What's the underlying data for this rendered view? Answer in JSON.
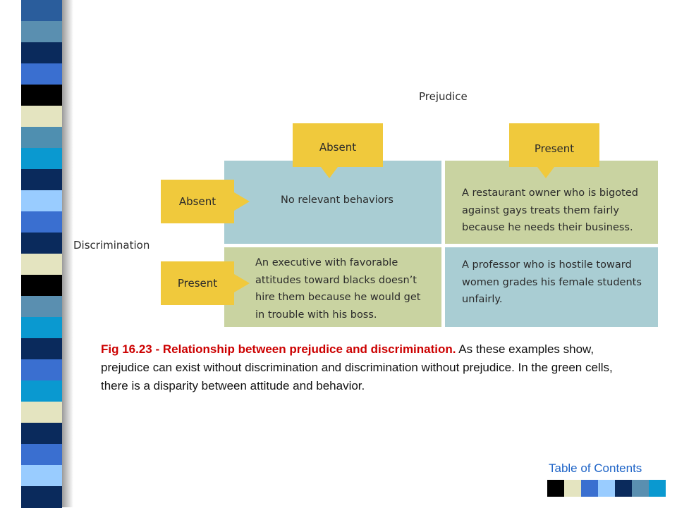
{
  "figure": {
    "prejudice_label": "Prejudice",
    "discrimination_label": "Discrimination",
    "col_absent": "Absent",
    "col_present": "Present",
    "row_absent": "Absent",
    "row_present": "Present",
    "cell_absent_absent": "No relevant behaviors",
    "cell_absent_present": "A restaurant owner who is bigoted against gays treats them fairly because he needs their business.",
    "cell_present_absent": "An executive with favorable attitudes toward blacks doesn’t hire them because he would get in trouble with his boss.",
    "cell_present_present": "A professor who is hostile toward women grades his female students unfairly."
  },
  "caption": {
    "bold": "Fig 16.23 - Relationship between prejudice and discrimination.",
    "text": " As these examples show, prejudice can exist without discrimination and discrimination without prejudice. In the green cells, there is a disparity between attitude and behavior."
  },
  "toc": {
    "label": "Table of Contents"
  },
  "colors": {
    "strip": [
      "#2a5d9c",
      "#5a8fb0",
      "#0a2a5c",
      "#3a6fd0",
      "#000000",
      "#e4e4c0",
      "#4f8fb0",
      "#0a99d0",
      "#0a2a5c",
      "#99ccff",
      "#3a6fd0",
      "#0a2a5c",
      "#e4e4c0",
      "#000000",
      "#5a8fb0",
      "#0a99d0",
      "#0a2a5c",
      "#3a6fd0",
      "#0a99d0",
      "#e4e4c0",
      "#0a2a5c",
      "#3a6fd0",
      "#99ccff",
      "#0a2a5c"
    ],
    "toc_squares": [
      "#000000",
      "#e4e4c0",
      "#3a6fd0",
      "#99ccff",
      "#0a2a5c",
      "#5a8fb0",
      "#0a99d0"
    ],
    "tag": "#f0c93c",
    "cell_blue": "#a9cdd3",
    "cell_green": "#c9d3a1",
    "caption_bold": "#cc0000",
    "toc_text": "#1d63c7"
  }
}
